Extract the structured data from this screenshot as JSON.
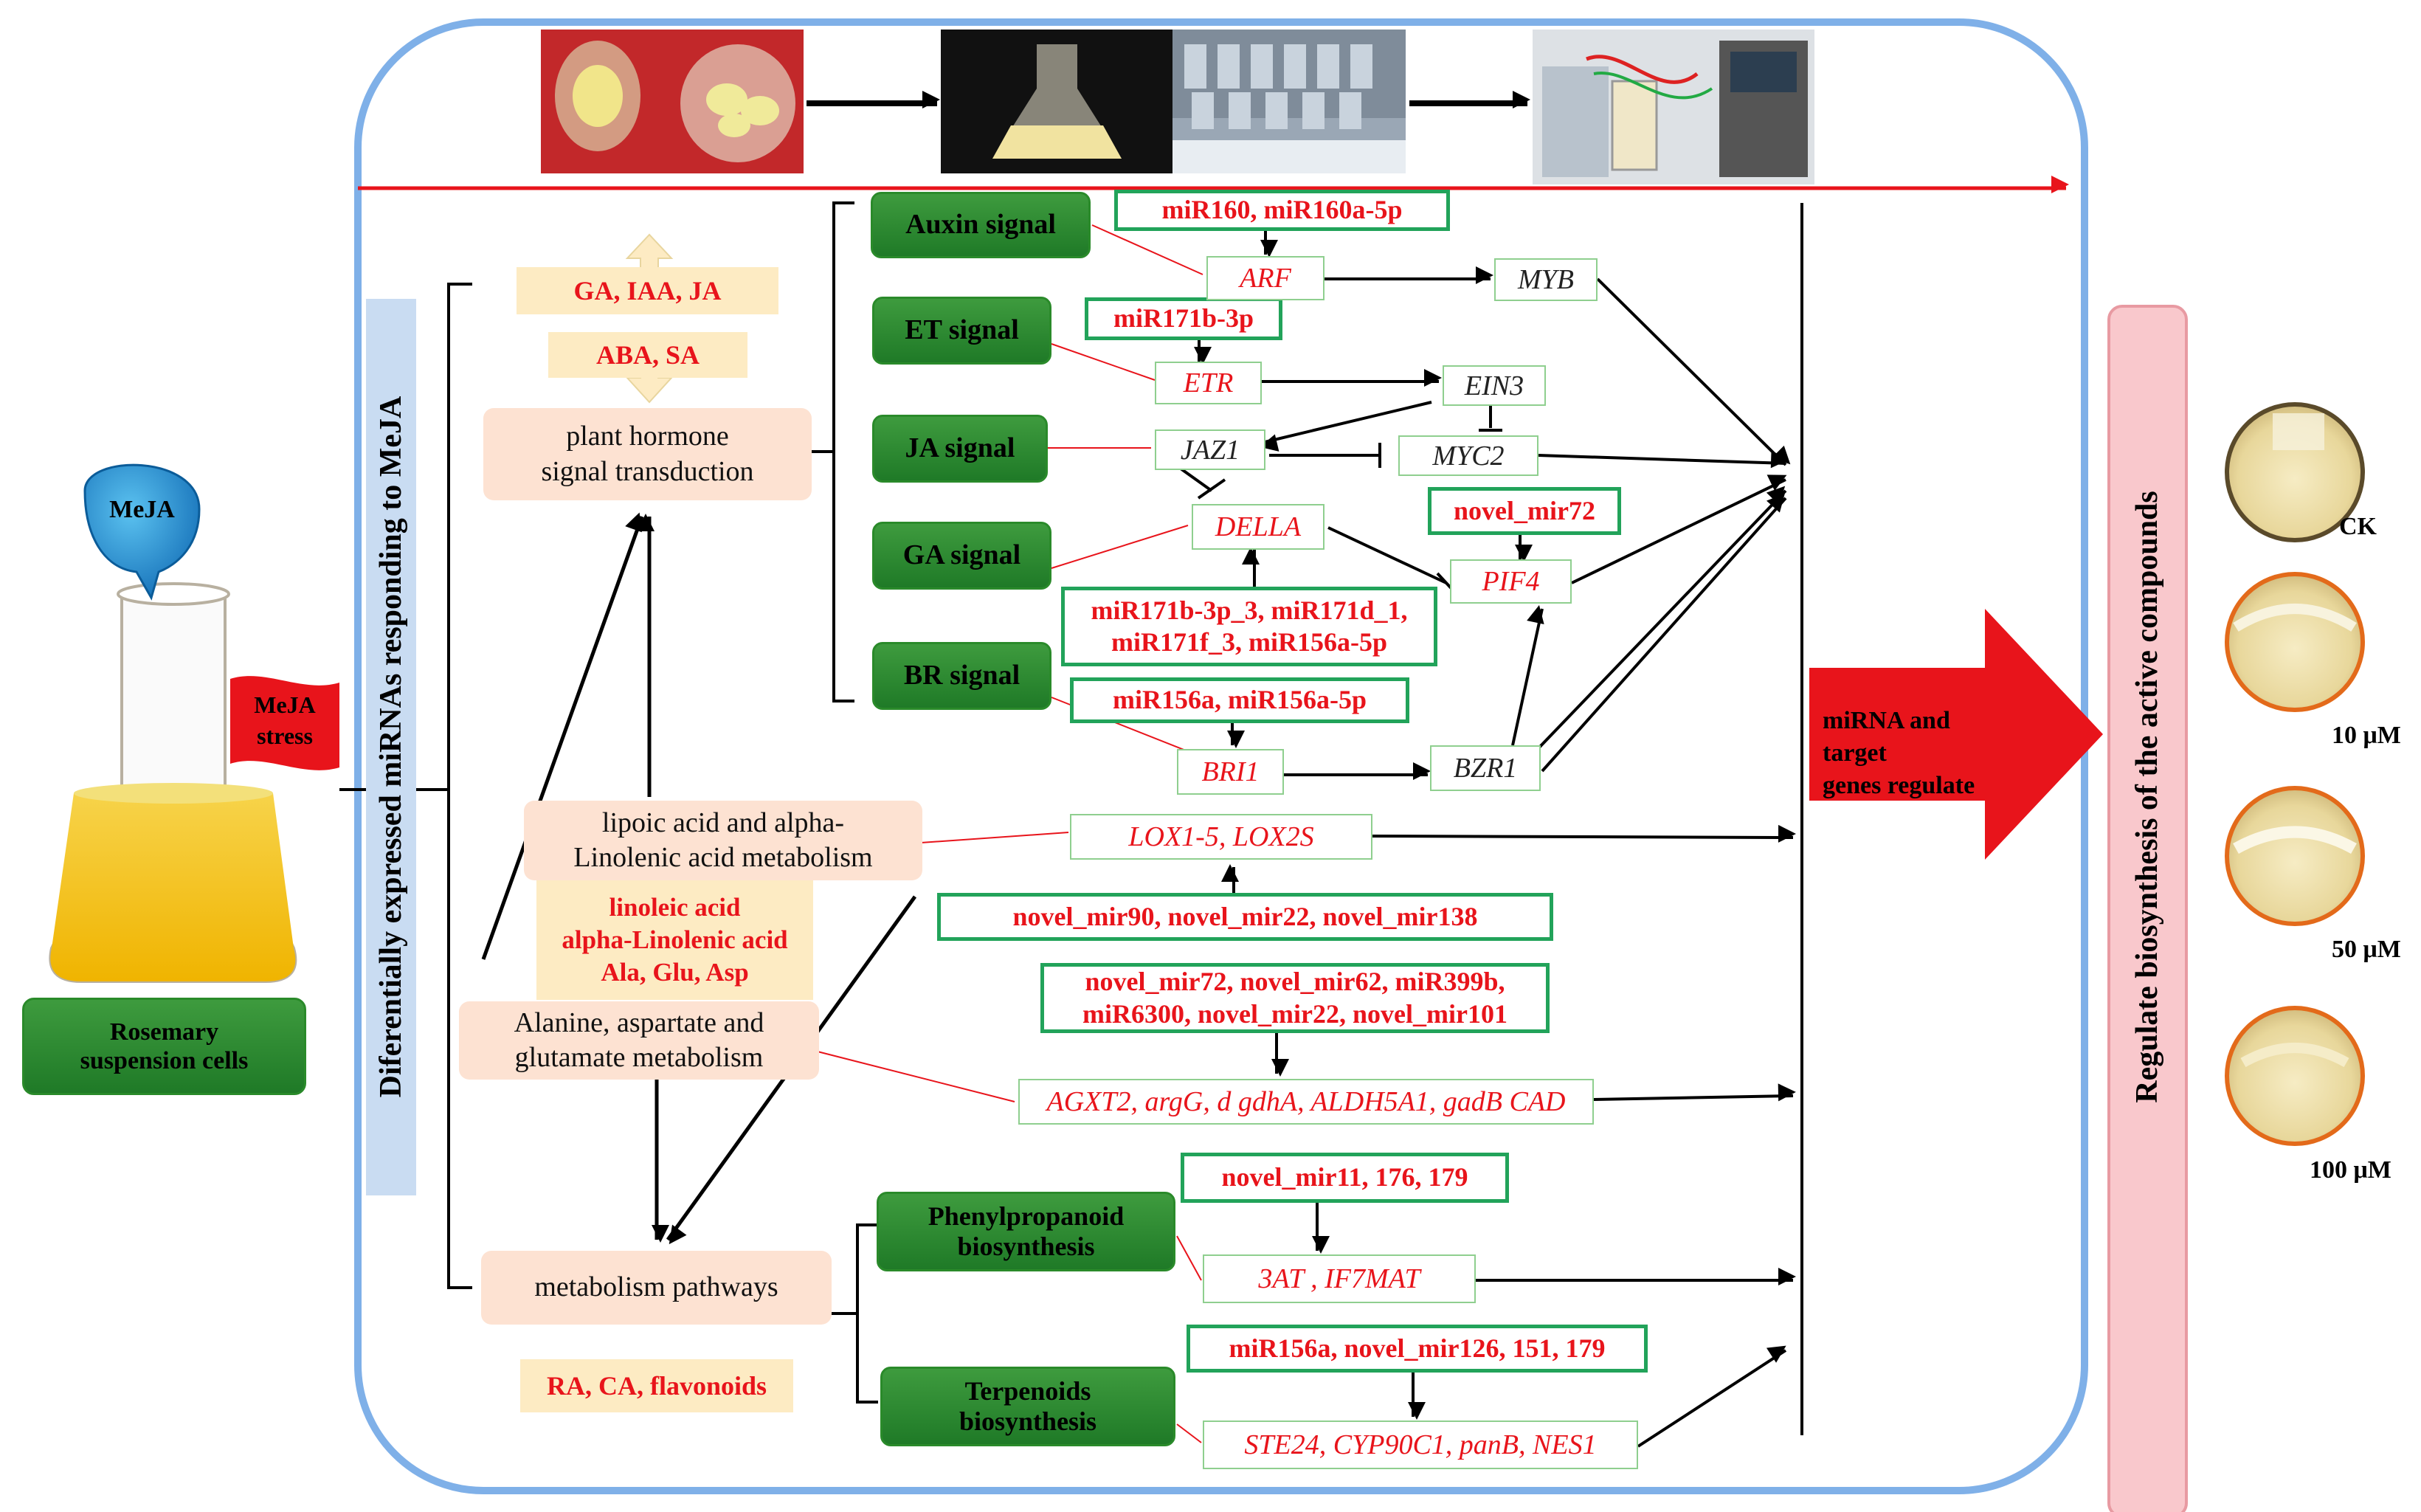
{
  "left": {
    "meja_drop": "MeJA",
    "meja_stress": "MeJA stress",
    "rosemary_line1": "Rosemary",
    "rosemary_line2": "suspension cells"
  },
  "vertical_label": "Diferentially expressed miRNAs responding to MeJA",
  "right_vertical_label": "Regulate biosynthesis of the active compounds",
  "hormones": {
    "top": "GA, IAA, JA",
    "bottom": "ABA, SA",
    "transduction_line1": "plant hormone",
    "transduction_line2": "signal transduction"
  },
  "pathways": {
    "lipoic_line1": "lipoic acid and alpha-",
    "lipoic_line2": "Linolenic acid metabolism",
    "lipoic_compounds": [
      "linoleic acid",
      "alpha-Linolenic acid",
      "Ala, Glu, Asp"
    ],
    "alanine_line1": "Alanine, aspartate and",
    "alanine_line2": "glutamate metabolism",
    "metabolism": "metabolism pathways",
    "metabolism_compounds": "RA, CA, flavonoids"
  },
  "signals": {
    "auxin": "Auxin signal",
    "et": "ET signal",
    "ja": "JA signal",
    "ga": "GA signal",
    "br": "BR signal",
    "phenyl_line1": "Phenylpropanoid",
    "phenyl_line2": "biosynthesis",
    "terp_line1": "Terpenoids",
    "terp_line2": "biosynthesis"
  },
  "mirnas": {
    "auxin": "miR160, miR160a-5p",
    "et": "miR171b-3p",
    "pif": "novel_mir72",
    "della_line1": "miR171b-3p_3, miR171d_1,",
    "della_line2": "miR171f_3,  miR156a-5p",
    "br": "miR156a,  miR156a-5p",
    "lox": "novel_mir90, novel_mir22, novel_mir138",
    "agxt_line1": "novel_mir72, novel_mir62, miR399b,",
    "agxt_line2": "miR6300, novel_mir22, novel_mir101",
    "phenyl": "novel_mir11, 176, 179",
    "terp": "miR156a, novel_mir126, 151, 179"
  },
  "genes": {
    "arf": "ARF",
    "myb": "MYB",
    "etr": "ETR",
    "ein3": "EIN3",
    "jaz1": "JAZ1",
    "myc2": "MYC2",
    "della": "DELLA",
    "pif4": "PIF4",
    "bri1": "BRI1",
    "bzr1": "BZR1",
    "lox": "LOX1-5, LOX2S",
    "agxt": "AGXT2, argG, d gdhA, ALDH5A1, gadB CAD",
    "phenyl": "3AT , IF7MAT",
    "terp": "STE24, CYP90C1, panB, NES1"
  },
  "regulate_arrow_line1": "miRNA and target",
  "regulate_arrow_line2": "genes  regulate",
  "treatments": [
    "CK",
    "10 μM",
    "50 μM",
    "100 μM"
  ],
  "colors": {
    "frame": "#7fb0e8",
    "green": "#2a8a2a",
    "red": "#e8141b",
    "peach": "#fde2d2",
    "cream": "#fdebc3",
    "pink": "#f9c8cc"
  }
}
